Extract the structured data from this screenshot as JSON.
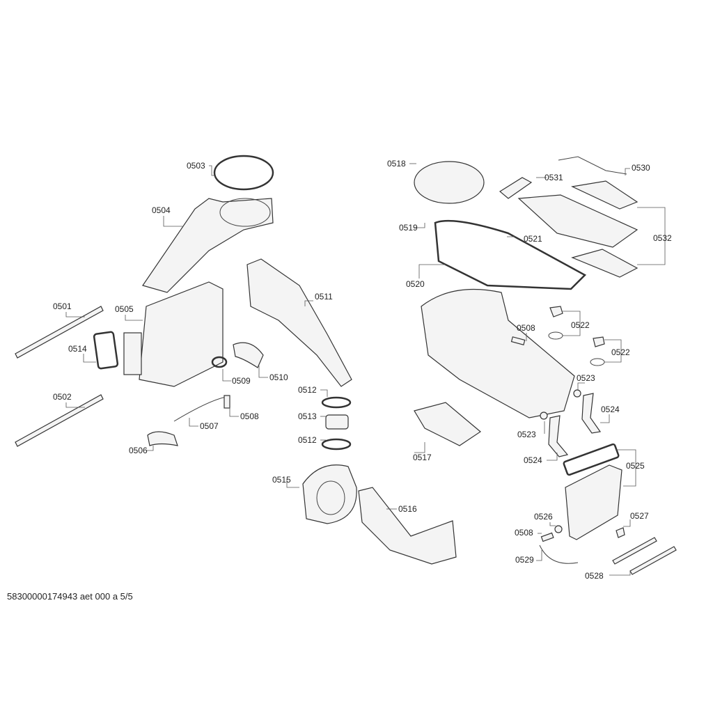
{
  "diagram": {
    "footer": "58300000174943 aet 000 a 5/5",
    "labels": {
      "l0501": "0501",
      "l0502": "0502",
      "l0503": "0503",
      "l0504": "0504",
      "l0505": "0505",
      "l0506": "0506",
      "l0507": "0507",
      "l0508a": "0508",
      "l0508b": "0508",
      "l0508c": "0508",
      "l0509": "0509",
      "l0510": "0510",
      "l0511": "0511",
      "l0512a": "0512",
      "l0512b": "0512",
      "l0513": "0513",
      "l0514": "0514",
      "l0515": "0515",
      "l0516": "0516",
      "l0517": "0517",
      "l0518": "0518",
      "l0519": "0519",
      "l0520": "0520",
      "l0521": "0521",
      "l0522a": "0522",
      "l0522b": "0522",
      "l0523a": "0523",
      "l0523b": "0523",
      "l0524a": "0524",
      "l0524b": "0524",
      "l0525": "0525",
      "l0526": "0526",
      "l0527": "0527",
      "l0528": "0528",
      "l0529": "0529",
      "l0530": "0530",
      "l0531": "0531",
      "l0532": "0532"
    }
  }
}
